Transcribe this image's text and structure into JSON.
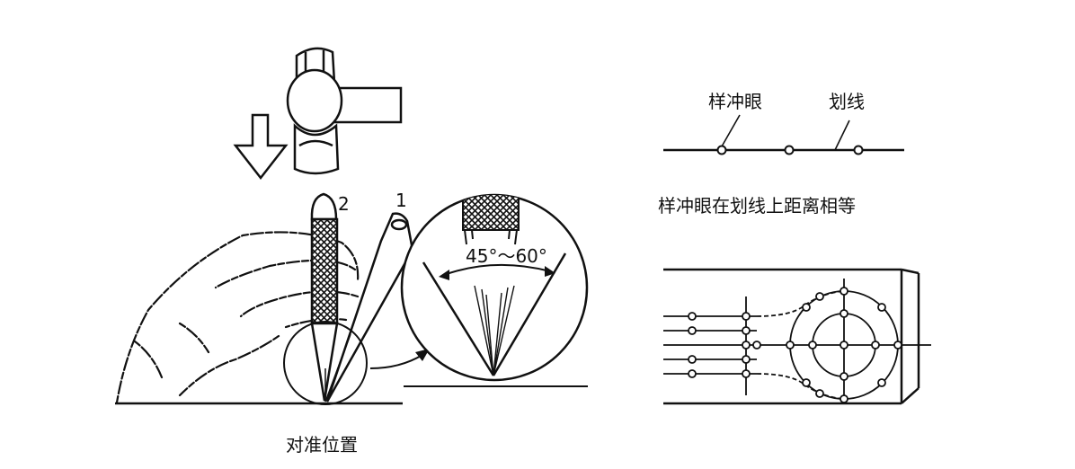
{
  "left_panel": {
    "caption": "对准位置",
    "tool_labels": [
      "1",
      "2"
    ],
    "angle_label": "45°～60°"
  },
  "right_panel": {
    "label_punch": "样冲眼",
    "label_line": "划线",
    "caption": "样冲眼在划线上距离相等"
  }
}
